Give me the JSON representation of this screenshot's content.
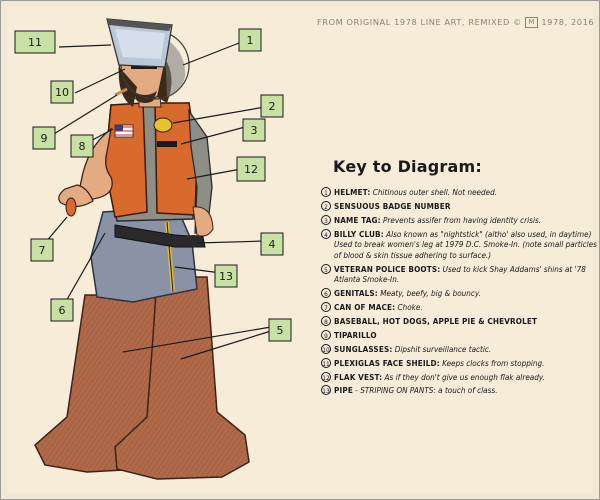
{
  "credit": "FROM ORIGINAL 1978 LINE ART, REMIXED",
  "credit_year": "1978, 2016",
  "key_title": "Key to Diagram:",
  "callouts": [
    "1",
    "2",
    "3",
    "4",
    "5",
    "6",
    "7",
    "8",
    "9",
    "10",
    "11",
    "12",
    "13"
  ],
  "key": [
    {
      "n": "1",
      "term": "HELMET:",
      "desc": "Chitinous outer shell. Not needed."
    },
    {
      "n": "2",
      "term": "SENSUOUS BADGE NUMBER",
      "desc": ""
    },
    {
      "n": "3",
      "term": "NAME TAG:",
      "desc": "Prevents assifer from having identity crisis."
    },
    {
      "n": "4",
      "term": "BILLY CLUB:",
      "desc": "Also known as \"nightstick\" (altho' also used, in daytime) Used to break women's leg at 1979 D.C. Smoke-In. (note small particles of blood & skin tissue adhering to surface.)"
    },
    {
      "n": "5",
      "term": "VETERAN POLICE BOOTS:",
      "desc": "Used to kick Shay Addams' shins at '78 Atlanta Smoke-In."
    },
    {
      "n": "6",
      "term": "GENITALS:",
      "desc": "Meaty, beefy, big & bouncy."
    },
    {
      "n": "7",
      "term": "CAN OF MACE:",
      "desc": "Choke."
    },
    {
      "n": "8",
      "term": "BASEBALL, HOT DOGS, APPLE PIE & CHEVROLET",
      "desc": ""
    },
    {
      "n": "9",
      "term": "TIPARILLO",
      "desc": ""
    },
    {
      "n": "10",
      "term": "SUNGLASSES:",
      "desc": "Dipshit surveillance tactic."
    },
    {
      "n": "11",
      "term": "PLEXIGLAS FACE SHEILD:",
      "desc": "Keeps clocks from stopping."
    },
    {
      "n": "12",
      "term": "FLAK VEST:",
      "desc": "As if they don't give us enough flak already."
    },
    {
      "n": "13",
      "term": "PIPE",
      "desc": "- STRIPING ON PANTS: a touch of class."
    }
  ]
}
